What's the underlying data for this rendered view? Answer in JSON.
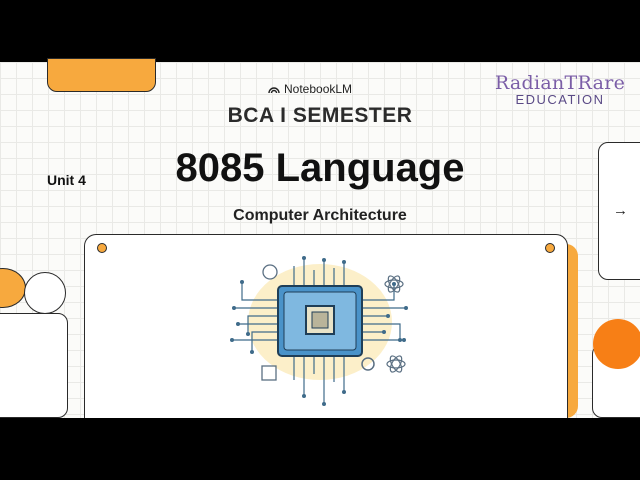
{
  "brand": {
    "notebook_label": "NotebookLM",
    "logo_line1": "RadianTRare",
    "logo_line2": "EDUCATION"
  },
  "slide": {
    "semester": "BCA I SEMESTER",
    "title": "8085 Language",
    "unit": "Unit 4",
    "subtitle": "Computer Architecture"
  },
  "nav": {
    "next_glyph": "→"
  },
  "icons": [
    "notebooklm-icon",
    "microchip-icon",
    "atom-icon",
    "gear-icon",
    "arrow-right-icon"
  ],
  "colors": {
    "orange": "#f7a93e",
    "accent_orange": "#f77f16",
    "chip_blue": "#4a93c9",
    "logo_purple": "#7b5ea7"
  }
}
